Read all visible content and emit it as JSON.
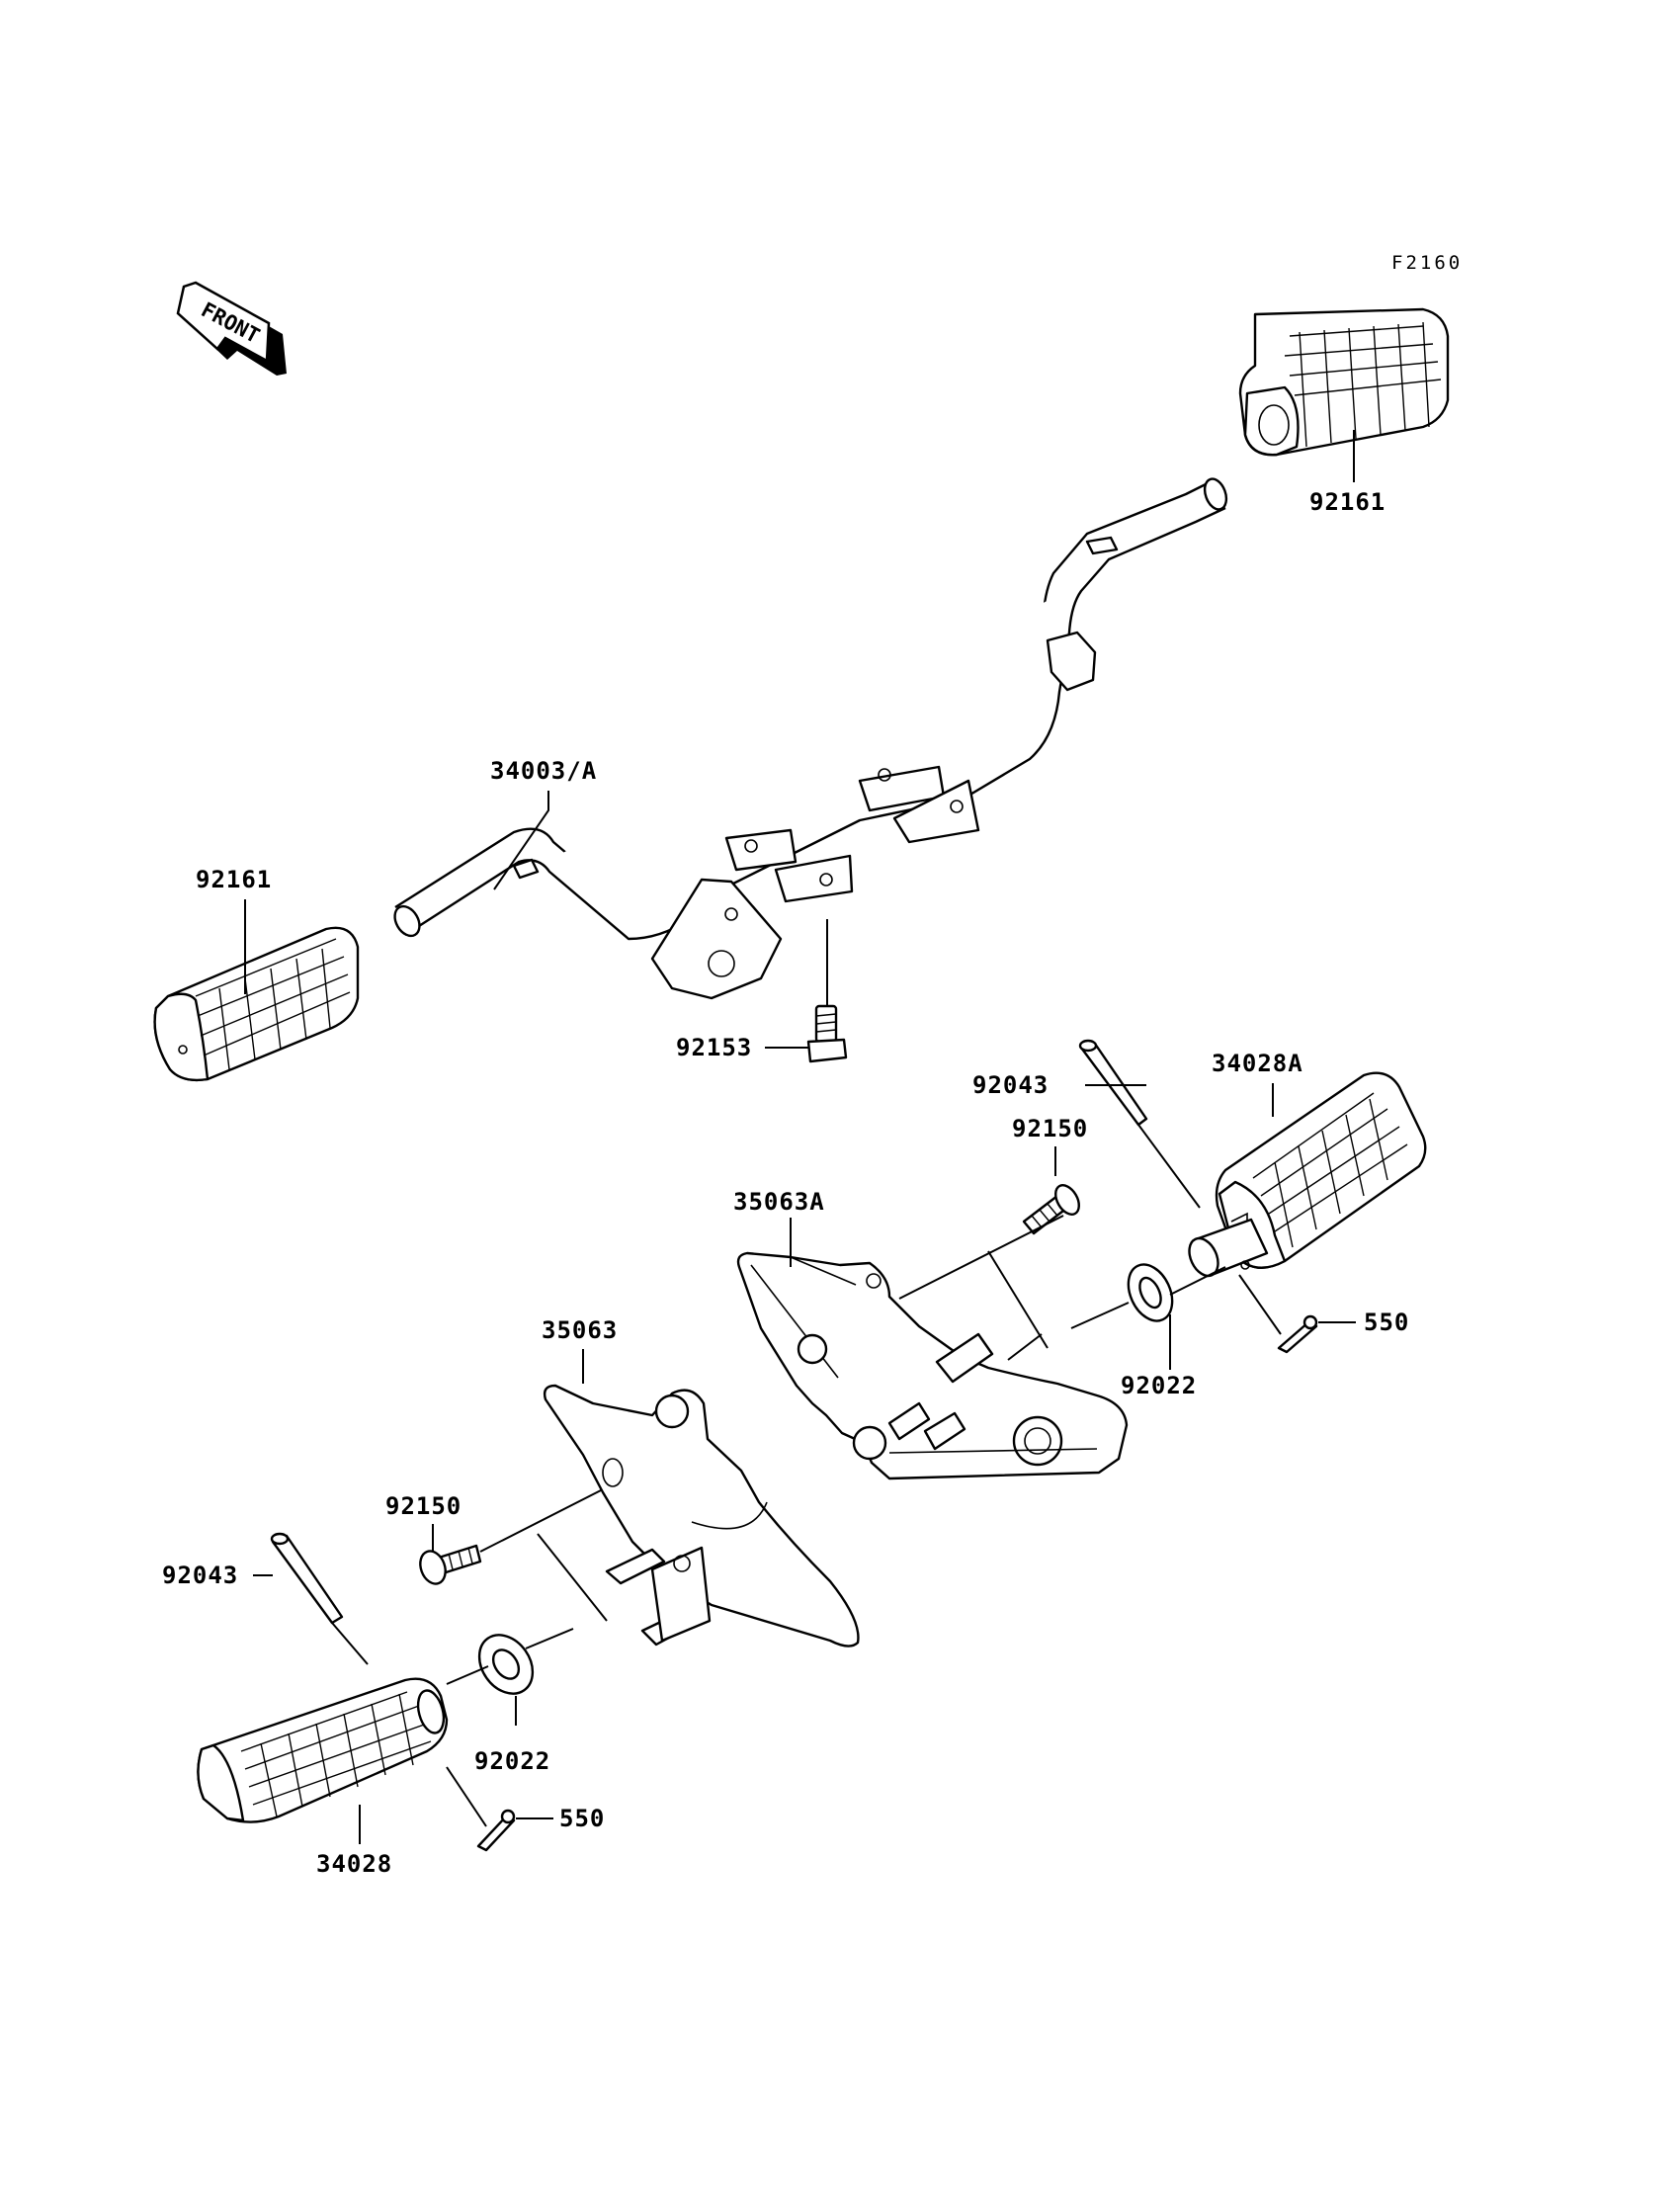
{
  "figure_code": "F2160",
  "front_arrow": {
    "text": "FRONT",
    "icon": "front-arrow-icon"
  },
  "labels": {
    "footrest_rubber_top": "92161",
    "footrest_bar": "34003/A",
    "footrest_rubber_left": "92161",
    "bolt_92153": "92153",
    "pin_right": "92043",
    "footpeg_right": "34028A",
    "bolt_right": "92150",
    "bracket_right": "35063A",
    "cotter_right": "550",
    "washer_right": "92022",
    "bracket_left": "35063",
    "bolt_left": "92150",
    "pin_left": "92043",
    "washer_left": "92022",
    "cotter_left": "550",
    "footpeg_left": "34028"
  }
}
